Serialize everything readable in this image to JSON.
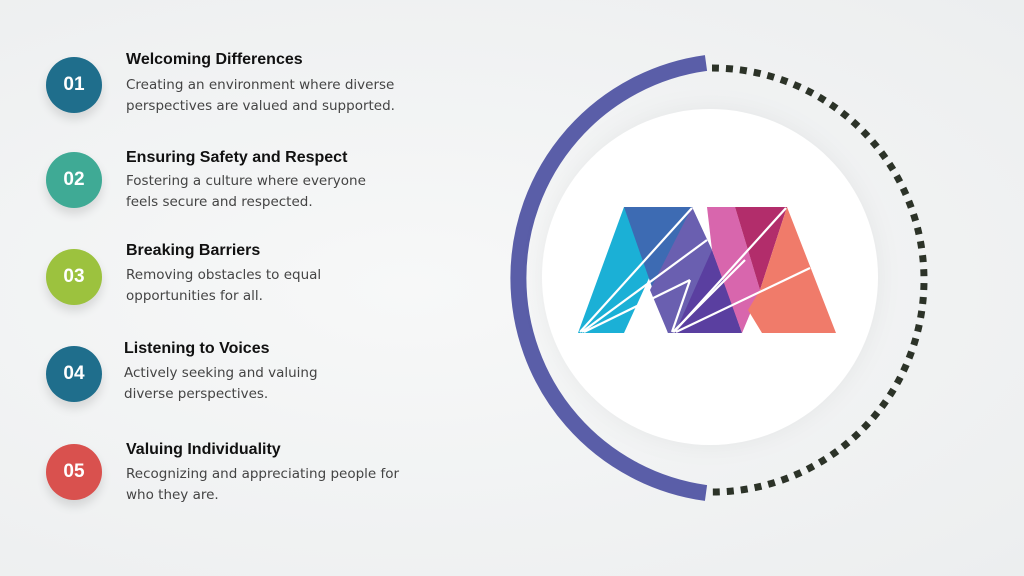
{
  "items": [
    {
      "number": "01",
      "title": "Welcoming Differences",
      "description": "Creating an environment where diverse perspectives are valued and supported.",
      "color": "#1f6e8c"
    },
    {
      "number": "02",
      "title": "Ensuring Safety and Respect",
      "description": "Fostering a culture where everyone feels secure and respected.",
      "color": "#3faa95"
    },
    {
      "number": "03",
      "title": "Breaking Barriers",
      "description": "Removing obstacles to equal opportunities for all.",
      "color": "#9cc23e"
    },
    {
      "number": "04",
      "title": "Listening to Voices",
      "description": "Actively seeking and valuing diverse perspectives.",
      "color": "#1f6e8c"
    },
    {
      "number": "05",
      "title": "Valuing Individuality",
      "description": "Recognizing and appreciating people for who they are.",
      "color": "#d9514e"
    }
  ],
  "colors": {
    "arc": "#5a5ea8",
    "dashes": "#2c3328"
  }
}
